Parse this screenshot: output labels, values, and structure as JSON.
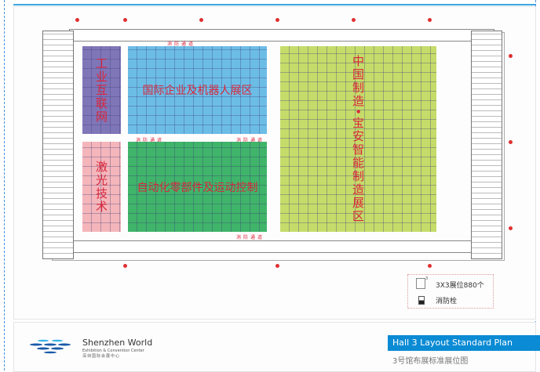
{
  "zones": {
    "industrial_internet": "工业互联网",
    "international_robots": "国际企业及机器人展区",
    "laser": "激光技术",
    "automation": "自动化零部件及运动控制",
    "made_in_china_baoan": "中国制造•宝安智能制造展区"
  },
  "fire_lane": "消防通道",
  "legend": {
    "booth_size_label": "3",
    "booth": "3X3展位880个",
    "hydrant": "消防栓"
  },
  "footer": {
    "brand": "Shenzhen World",
    "brand_sub": "Exhibition & Convention Center",
    "brand_cn": "深圳国际会展中心",
    "title_en": "Hall 3  Layout Standard Plan",
    "title_cn": "3号馆布展标准展位图"
  },
  "colors": {
    "purple": "#7f76b8",
    "blue": "#6cbde6",
    "pink": "#f4b6bb",
    "green": "#3fb46a",
    "yellow": "#c5dc6a",
    "accent": "#0b8bd4",
    "label": "#d9263c"
  }
}
